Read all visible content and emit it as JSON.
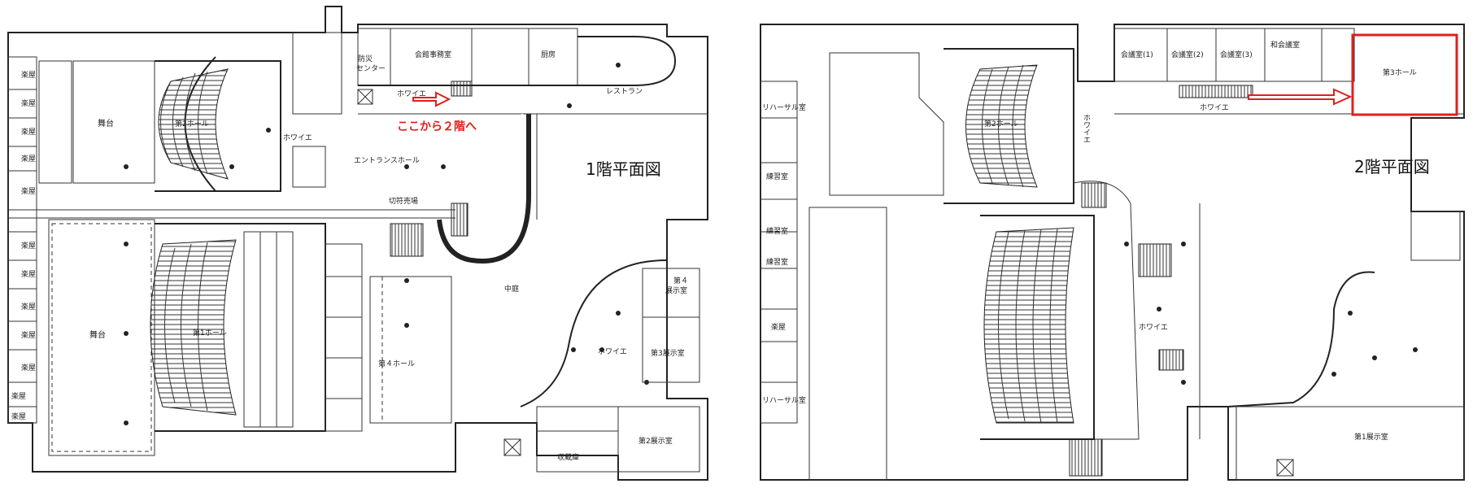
{
  "floor1": {
    "title": "1階平面図",
    "annotation": "ここから２階へ",
    "rooms": {
      "gakuya": "楽屋",
      "butai": "舞台",
      "hall2": "第2ホール",
      "foyer": "ホワイエ",
      "bousai": "防災\nセンター",
      "kaikan_jimu": "会館事務室",
      "chubo": "厨房",
      "restaurant": "レストラン",
      "entrance": "エントランスホール",
      "kippu": "切符売場",
      "hall1": "第1ホール",
      "hall4": "第４ホール",
      "nakaniwa": "中庭",
      "exh4": "第４\n展示室",
      "exh3": "第3展示室",
      "exh2": "第2展示室",
      "souko": "収蔵庫"
    }
  },
  "floor2": {
    "title": "2階平面図",
    "rooms": {
      "kaigi1": "会議室(1)",
      "kaigi2": "会議室(2)",
      "kaigi3": "会議室(3)",
      "wakaigi": "和会議室",
      "hall3": "第3ホール",
      "foyer": "ホワイエ",
      "rehearsal": "リハーサル室",
      "renshu": "練習室",
      "gakuya": "楽屋",
      "hall2": "第2ホール",
      "exh1": "第1展示室"
    }
  },
  "colors": {
    "highlight": "#e0201b"
  }
}
